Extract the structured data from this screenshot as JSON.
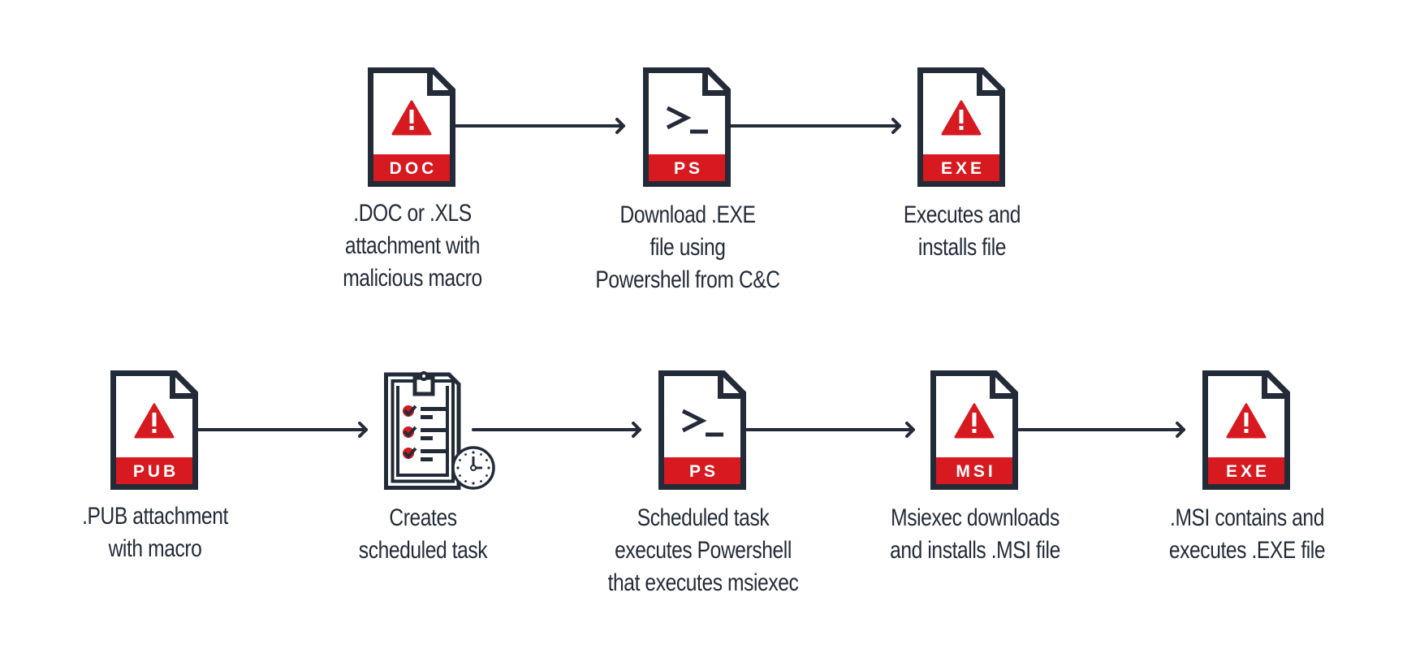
{
  "colors": {
    "navy": "#232b38",
    "red": "#d71920",
    "background": "#ffffff"
  },
  "flows": [
    {
      "name": "doc-flow",
      "steps": [
        {
          "icon": "warning-file-icon",
          "tag": "DOC",
          "label": [
            ".DOC or .XLS",
            "attachment with",
            "malicious macro"
          ]
        },
        {
          "icon": "powershell-file-icon",
          "tag": "PS",
          "glyph": ">_",
          "label": [
            "Download .EXE",
            "file using",
            "Powershell from C&C"
          ]
        },
        {
          "icon": "warning-file-icon",
          "tag": "EXE",
          "label": [
            "Executes and",
            "installs file"
          ]
        }
      ]
    },
    {
      "name": "pub-flow",
      "steps": [
        {
          "icon": "warning-file-icon",
          "tag": "PUB",
          "label": [
            ".PUB attachment",
            "with macro"
          ]
        },
        {
          "icon": "scheduled-task-clipboard-icon",
          "label": [
            "Creates",
            "scheduled task"
          ]
        },
        {
          "icon": "powershell-file-icon",
          "tag": "PS",
          "glyph": ">_",
          "label": [
            "Scheduled task",
            "executes Powershell",
            "that executes msiexec"
          ]
        },
        {
          "icon": "warning-file-icon",
          "tag": "MSI",
          "label": [
            "Msiexec downloads",
            "and installs .MSI file"
          ]
        },
        {
          "icon": "warning-file-icon",
          "tag": "EXE",
          "label": [
            ".MSI contains and",
            "executes .EXE file"
          ]
        }
      ]
    }
  ]
}
